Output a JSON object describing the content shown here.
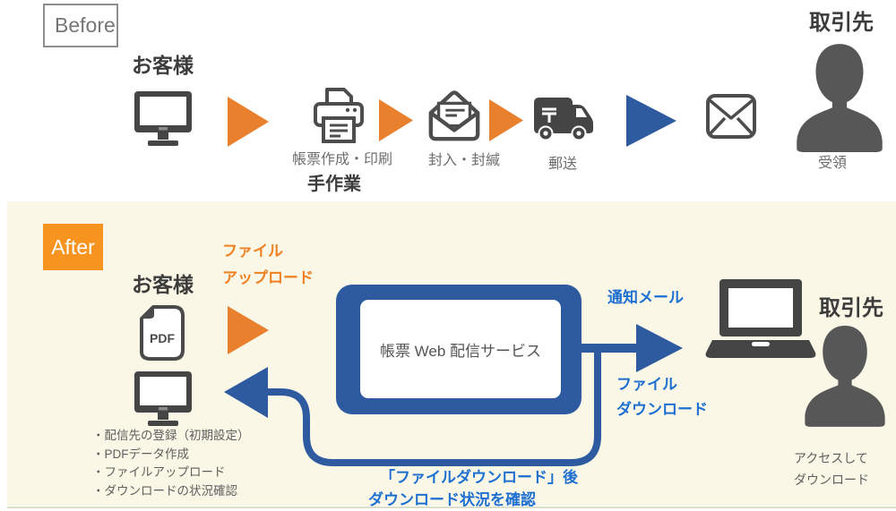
{
  "colors": {
    "orange_arrow": "#e8802e",
    "orange_box": "#f79420",
    "orange_text": "#ef8122",
    "blue_dark": "#2e5aa0",
    "blue_text": "#1d6fd1",
    "icon_dark": "#4a4a4a",
    "panel_bg": "#faf7e6"
  },
  "before": {
    "label": "Before",
    "customer": "お客様",
    "partner": "取引先",
    "steps": [
      {
        "label": "帳票作成・印刷"
      },
      {
        "label": "封入・封緘"
      },
      {
        "label": "郵送"
      }
    ],
    "manual_work": "手作業",
    "receipt": "受領"
  },
  "after": {
    "label": "After",
    "customer": "お客様",
    "partner": "取引先",
    "upload_line1": "ファイル",
    "upload_line2": "アップロード",
    "service_name": "帳票 Web 配信サービス",
    "notify_mail": "通知メール",
    "download_line1": "ファイル",
    "download_line2": "ダウンロード",
    "pdf_label": "PDF",
    "access_line1": "アクセスして",
    "access_line2": "ダウンロード",
    "tasks": [
      "・配信先の登録（初期設定）",
      "・PDFデータ作成",
      "・ファイルアップロード",
      "・ダウンロードの状況確認"
    ],
    "loop_caption_line1": "「ファイルダウンロード」後",
    "loop_caption_line2": "ダウンロード状況を確認"
  }
}
